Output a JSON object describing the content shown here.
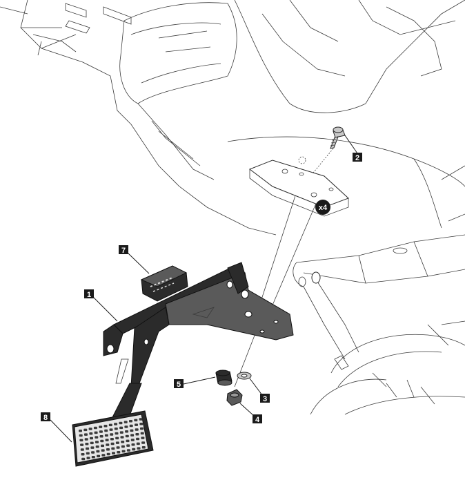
{
  "callouts": {
    "c1": "1",
    "c2": "2",
    "c3": "3",
    "c4": "4",
    "c5": "5",
    "c7": "7",
    "c8": "8"
  },
  "quantity_badge": "x4"
}
